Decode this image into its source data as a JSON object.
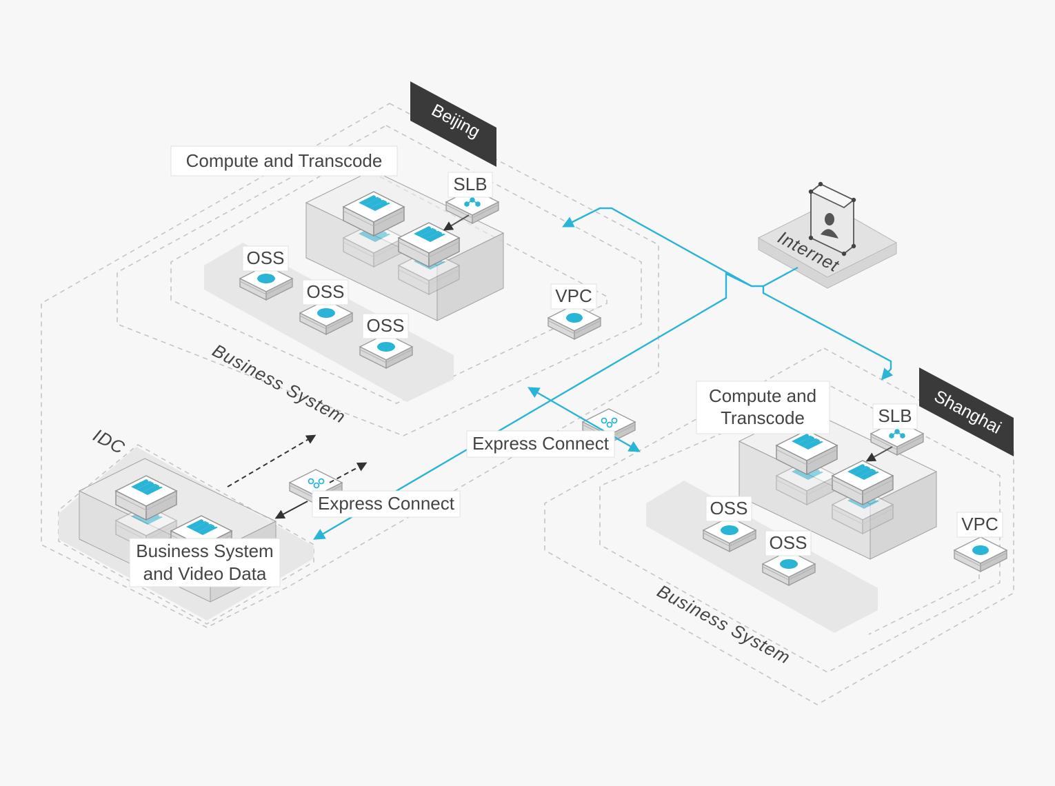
{
  "regions": {
    "beijing": "Beijing",
    "shanghai": "Shanghai",
    "idc": "IDC"
  },
  "labels": {
    "compute_beijing": "Compute and Transcode",
    "compute_shanghai_line1": "Compute and",
    "compute_shanghai_line2": "Transcode",
    "slb": "SLB",
    "oss": "OSS",
    "vpc": "VPC",
    "internet": "Internet",
    "express_connect": "Express Connect",
    "business_system": "Business System",
    "idc_data_line1": "Business System",
    "idc_data_line2": "and Video Data"
  },
  "colors": {
    "accent": "#2ab4d6",
    "region_tag": "#3a3a3a",
    "dashed_boundary": "#c4c4c4",
    "background": "#f7f7f7"
  },
  "icons": [
    "server-icon",
    "slb-icon",
    "oss-icon",
    "vpc-icon",
    "express-connect-icon",
    "internet-user-icon"
  ]
}
